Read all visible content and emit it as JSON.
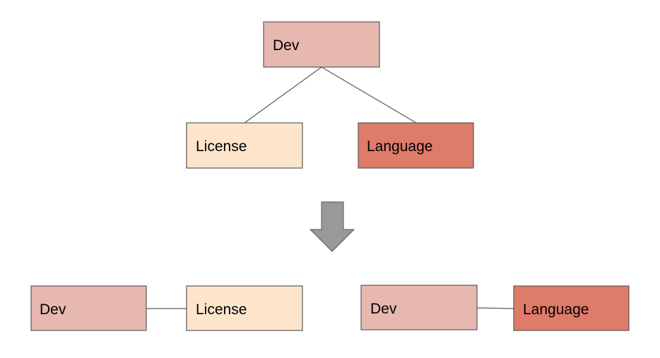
{
  "colors": {
    "dev": "#e6b8b0",
    "license": "#fde5cc",
    "language": "#df7b69",
    "arrow": "#999999",
    "arrow_stroke": "#555555"
  },
  "top_tree": {
    "root": {
      "label": "Dev",
      "color_key": "dev"
    },
    "children": [
      {
        "label": "License",
        "color_key": "license"
      },
      {
        "label": "Language",
        "color_key": "language"
      }
    ]
  },
  "bottom_pairs": [
    {
      "left": {
        "label": "Dev",
        "color_key": "dev"
      },
      "right": {
        "label": "License",
        "color_key": "license"
      }
    },
    {
      "left": {
        "label": "Dev",
        "color_key": "dev"
      },
      "right": {
        "label": "Language",
        "color_key": "language"
      }
    }
  ]
}
